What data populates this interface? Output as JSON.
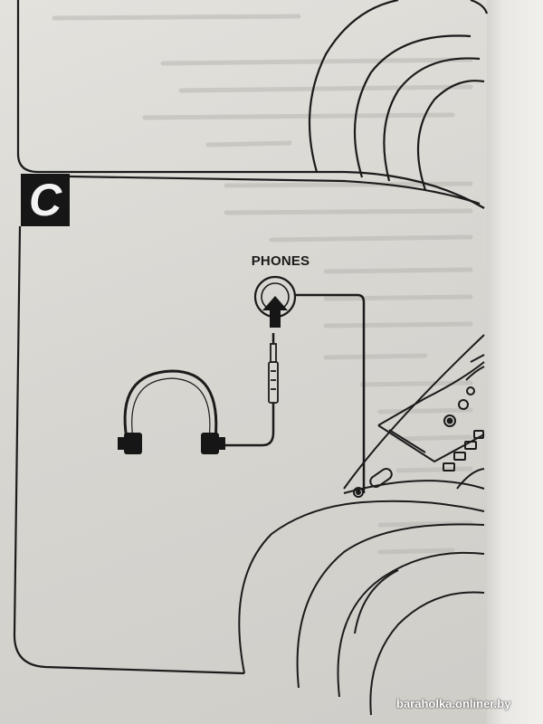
{
  "section": {
    "letter": "C"
  },
  "diagram": {
    "jack_label": "PHONES"
  },
  "watermark": {
    "text": "baraholka.onliner.by"
  },
  "colors": {
    "ink": "#1b1b1b",
    "paper": "#dddbd6",
    "badge": "#161616"
  },
  "icons": [
    "headphones-icon",
    "jack-plug-icon",
    "arrow-up-icon",
    "phones-jack-icon",
    "boombox-icon"
  ]
}
